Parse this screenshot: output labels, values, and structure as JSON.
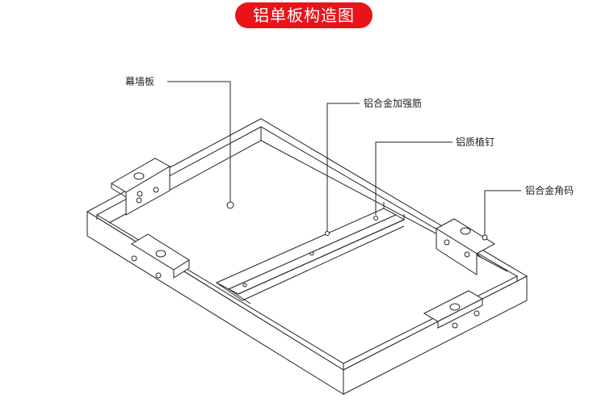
{
  "title": "铝单板构造图",
  "labels": {
    "curtain_panel": "幕墙板",
    "stiffener": "铝合金加强筋",
    "stud": "铝质植钉",
    "corner_bracket": "铝合金角码"
  },
  "colors": {
    "title_bg": "#e8141a",
    "line": "#222222"
  }
}
